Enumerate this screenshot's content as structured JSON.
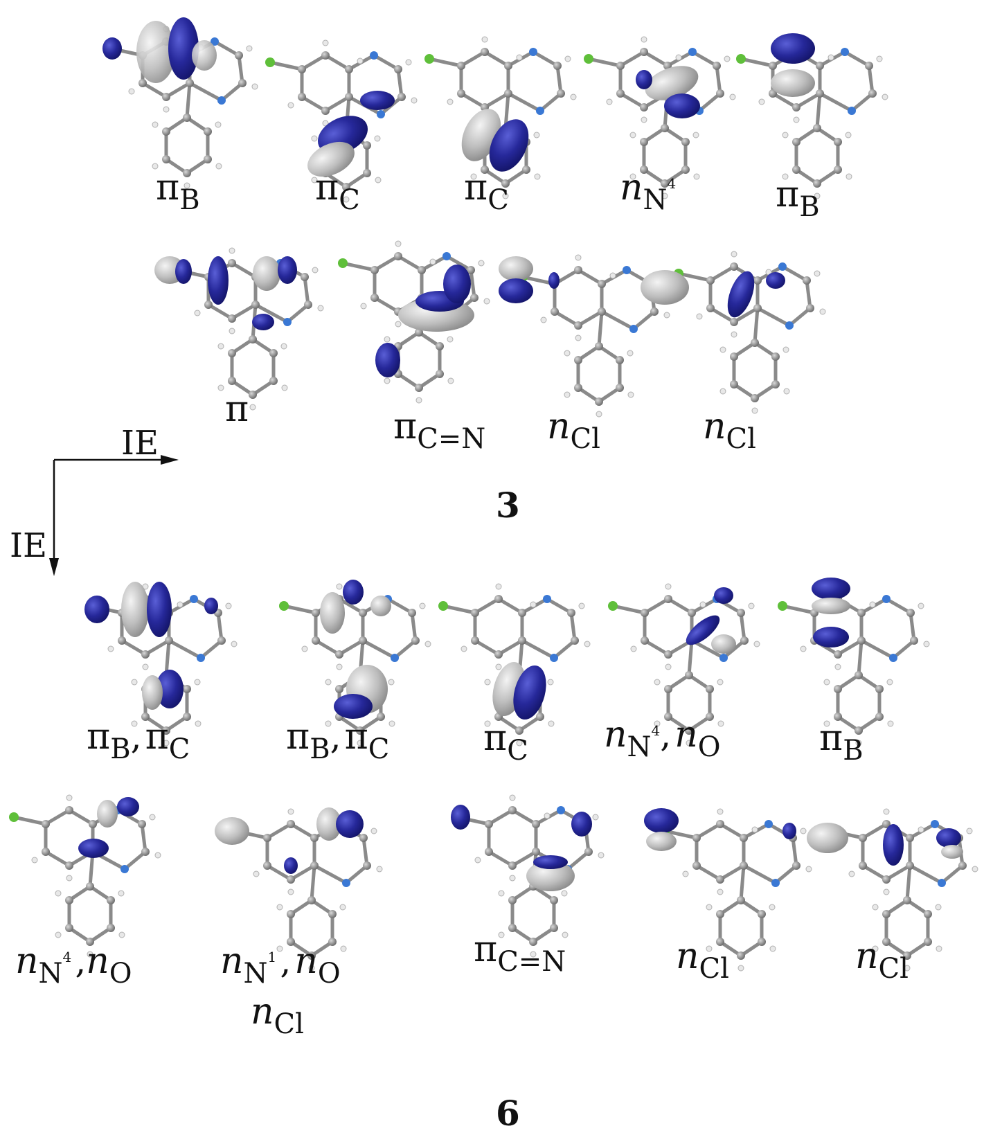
{
  "axes": {
    "ie_horizontal": "IE",
    "ie_vertical": "IE"
  },
  "compounds": {
    "top": "3",
    "bottom": "6"
  },
  "orbitals": [
    {
      "id": "a1",
      "g": "π",
      "sub": "B",
      "row": "3-1"
    },
    {
      "id": "a2",
      "g": "π",
      "sub": "C",
      "row": "3-1"
    },
    {
      "id": "a3",
      "g": "π",
      "sub": "C",
      "row": "3-1"
    },
    {
      "id": "a4",
      "n": "n",
      "sub": "N",
      "sup": "4",
      "row": "3-1"
    },
    {
      "id": "a5",
      "g": "π",
      "sub": "B",
      "row": "3-1"
    },
    {
      "id": "b1",
      "g": "π",
      "sub": "",
      "row": "3-2"
    },
    {
      "id": "b2",
      "g": "π",
      "sub": "C=N",
      "row": "3-2"
    },
    {
      "id": "b3",
      "n": "n",
      "sub": "Cl",
      "row": "3-2"
    },
    {
      "id": "b4",
      "n": "n",
      "sub": "Cl",
      "row": "3-2"
    }
  ],
  "labels": {
    "a1": {
      "g": "π",
      "sub": "B"
    },
    "a2": {
      "g": "π",
      "sub": "C"
    },
    "a3": {
      "g": "π",
      "sub": "C"
    },
    "a4": {
      "n": "n",
      "sub": "N",
      "sup": "4"
    },
    "a5": {
      "g": "π",
      "sub": "B"
    },
    "b1": {
      "g": "π"
    },
    "b2": {
      "g": "π",
      "sub": "C=N"
    },
    "b3": {
      "n": "n",
      "sub": "Cl"
    },
    "b4": {
      "n": "n",
      "sub": "Cl"
    },
    "c1": {
      "g1": "π",
      "sub1": "B",
      "sep": ",",
      "g2": "π",
      "sub2": "C"
    },
    "c2": {
      "g1": "π",
      "sub1": "B",
      "sep": ",",
      "g2": "π",
      "sub2": "C"
    },
    "c3": {
      "g": "π",
      "sub": "C"
    },
    "c4": {
      "n1": "n",
      "sub1": "N",
      "sup1": "4",
      "sep": ",",
      "n2": "n",
      "sub2": "O"
    },
    "c5": {
      "g": "π",
      "sub": "B"
    },
    "d1": {
      "n1": "n",
      "sub1": "N",
      "sup1": "4",
      "sep": ",",
      "n2": "n",
      "sub2": "O"
    },
    "d2": {
      "n1": "n",
      "sub1": "N",
      "sup1": "1",
      "sep": ",",
      "n2": "n",
      "sub2": "O",
      "n3": "n",
      "sub3": "Cl"
    },
    "d3": {
      "g": "π",
      "sub": "C=N"
    },
    "d4": {
      "n": "n",
      "sub": "Cl"
    },
    "d5": {
      "n": "n",
      "sub": "Cl"
    }
  },
  "colors": {
    "lobe_dark": "#26289a",
    "lobe_light": "#b9b9b9",
    "atom_c": "#8a8a8a",
    "atom_h": "#e6e6e6",
    "atom_n": "#3a78d4",
    "atom_cl": "#5fbf3a",
    "atom_o": "#d23a3a"
  }
}
